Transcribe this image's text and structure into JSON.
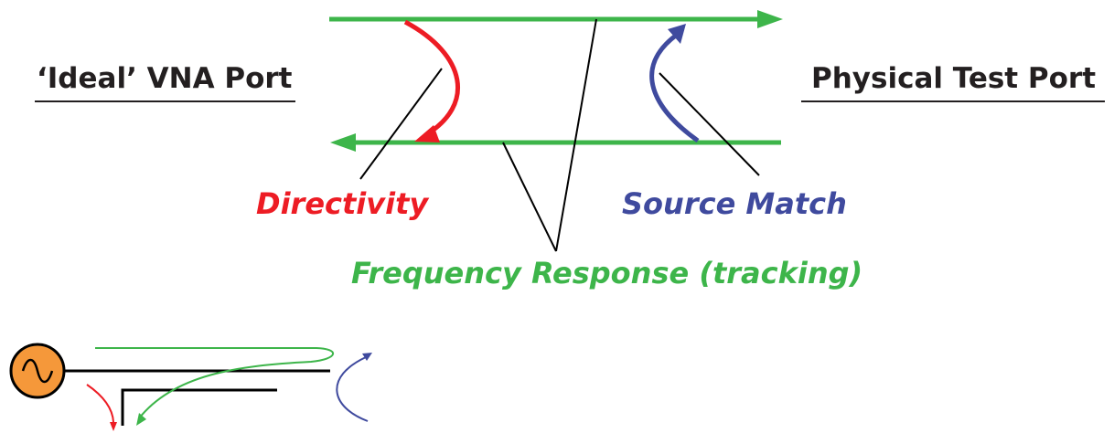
{
  "labels": {
    "left_port": "‘Ideal’ VNA Port",
    "right_port": "Physical Test Port",
    "directivity": "Directivity",
    "source_match": "Source Match",
    "frequency_response": "Frequency Response (tracking)"
  },
  "colors": {
    "directivity": "#ed1c24",
    "source_match": "#3f4a9e",
    "frequency_response": "#3db54a",
    "leader_line": "#000000",
    "text": "#231f20",
    "source_fill": "#f5983a"
  },
  "icons": {
    "signal_source": "sine-source-icon"
  }
}
